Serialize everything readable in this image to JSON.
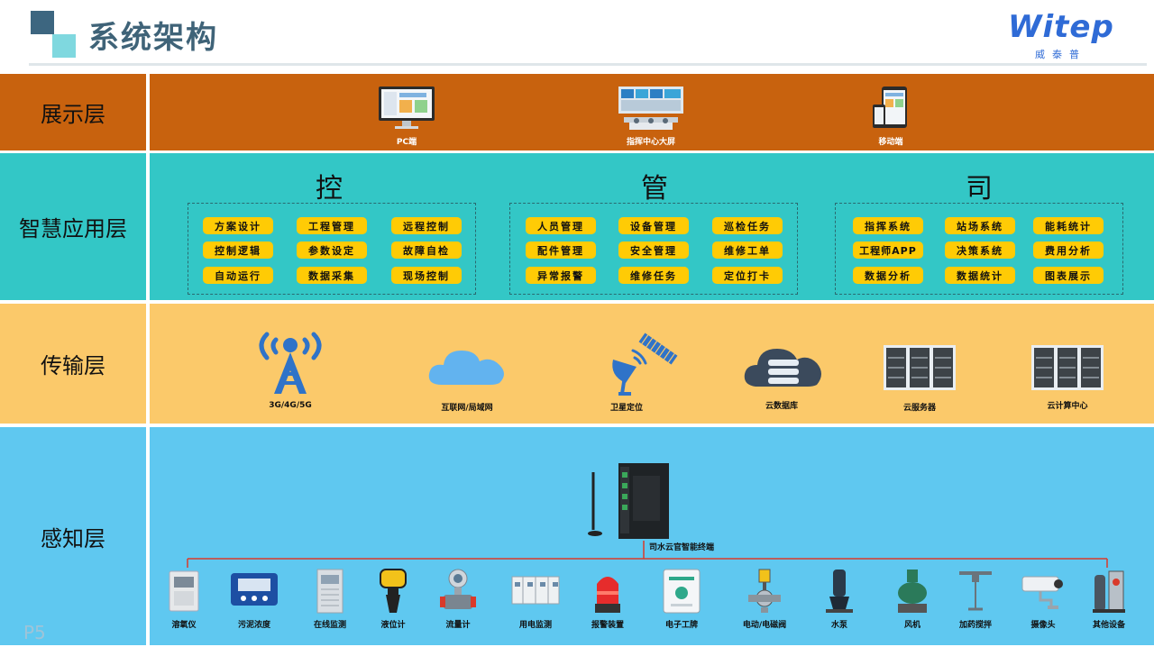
{
  "header": {
    "title": "系统架构",
    "brand": "Witep",
    "brand_sub": "威泰普"
  },
  "layers": {
    "display": {
      "label": "展示层",
      "items": [
        "PC端",
        "指挥中心大屏",
        "移动端"
      ]
    },
    "app": {
      "label": "智慧应用层",
      "groups": [
        {
          "title": "控",
          "items": [
            "方案设计",
            "工程管理",
            "远程控制",
            "控制逻辑",
            "参数设定",
            "故障自检",
            "自动运行",
            "数据采集",
            "现场控制"
          ]
        },
        {
          "title": "管",
          "items": [
            "人员管理",
            "设备管理",
            "巡检任务",
            "配件管理",
            "安全管理",
            "维修工单",
            "异常报警",
            "维修任务",
            "定位打卡"
          ]
        },
        {
          "title": "司",
          "items": [
            "指挥系统",
            "站场系统",
            "能耗统计",
            "工程师APP",
            "决策系统",
            "费用分析",
            "数据分析",
            "数据统计",
            "图表展示"
          ]
        }
      ]
    },
    "transport": {
      "label": "传输层",
      "items": [
        "3G/4G/5G",
        "互联网/局域网",
        "卫星定位",
        "云数据库",
        "云服务器",
        "云计算中心"
      ]
    },
    "sense": {
      "label": "感知层",
      "terminal": "司水云官智能终端",
      "devices": [
        "溶氧仪",
        "污泥浓度",
        "在线监测",
        "液位计",
        "流量计",
        "用电监测",
        "报警装置",
        "电子工牌",
        "电动/电磁阀",
        "水泵",
        "风机",
        "加药搅拌",
        "摄像头",
        "其他设备"
      ]
    }
  },
  "page_number": "P5",
  "colors": {
    "display_bg": "#c8620e",
    "app_bg": "#33c7c6",
    "transport_bg": "#fbc96a",
    "sense_bg": "#5fc8f0",
    "pill": "#ffcb05",
    "title": "#3f6378",
    "brand": "#2f6bd6"
  }
}
